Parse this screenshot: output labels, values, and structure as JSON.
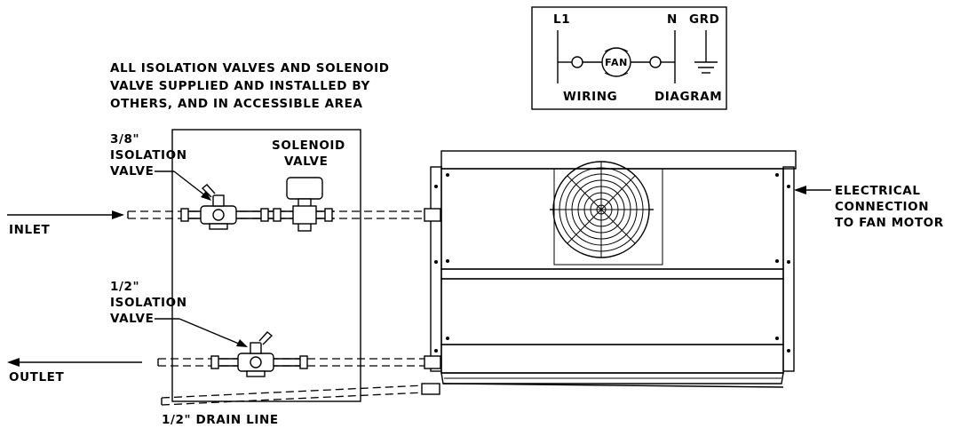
{
  "notes": {
    "general_line1": "ALL ISOLATION VALVES AND SOLENOID",
    "general_line2": "VALVE SUPPLIED AND INSTALLED BY",
    "general_line3": "OTHERS, AND IN ACCESSIBLE AREA"
  },
  "valves": {
    "iso_38_line1": "3/8\"",
    "iso_38_line2": "ISOLATION",
    "iso_38_line3": "VALVE",
    "iso_12_line1": "1/2\"",
    "iso_12_line2": "ISOLATION",
    "iso_12_line3": "VALVE",
    "solenoid_line1": "SOLENOID",
    "solenoid_line2": "VALVE"
  },
  "flow": {
    "inlet": "INLET",
    "outlet": "OUTLET",
    "drain": "1/2\" DRAIN LINE"
  },
  "electrical": {
    "line1": "ELECTRICAL",
    "line2": "CONNECTION",
    "line3": "TO FAN MOTOR"
  },
  "wiring": {
    "l1": "L1",
    "n": "N",
    "grd": "GRD",
    "fan": "FAN",
    "wiring_label": "WIRING",
    "diagram_label": "DIAGRAM"
  }
}
